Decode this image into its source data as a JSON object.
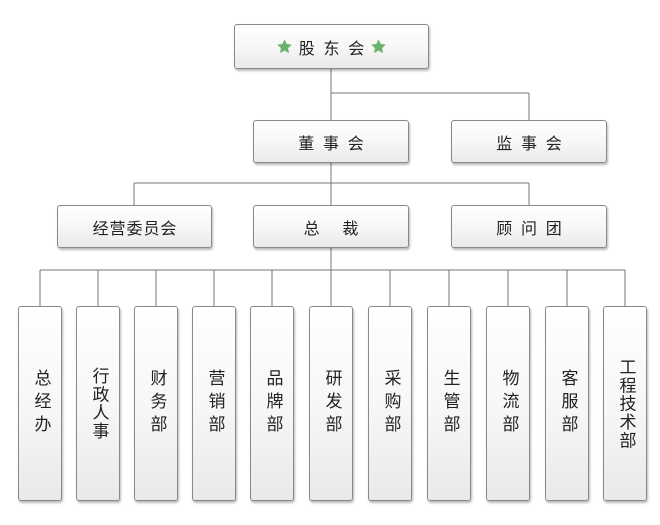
{
  "top": {
    "label": "股东会",
    "accent": "#6bb36b",
    "left_icon": "star-icon",
    "right_icon": "star-icon"
  },
  "board": {
    "label": "董事会"
  },
  "supervisors": {
    "label": "监事会"
  },
  "committee": {
    "label": "经营委员会"
  },
  "president": {
    "label": "总 裁"
  },
  "advisors": {
    "label": "顾问团"
  },
  "departments": [
    {
      "label": "总经办"
    },
    {
      "label": "行政人事"
    },
    {
      "label": "财务部"
    },
    {
      "label": "营销部"
    },
    {
      "label": "品牌部"
    },
    {
      "label": "研发部"
    },
    {
      "label": "采购部"
    },
    {
      "label": "生管部"
    },
    {
      "label": "物流部"
    },
    {
      "label": "客服部"
    },
    {
      "label": "工程技术部"
    }
  ]
}
